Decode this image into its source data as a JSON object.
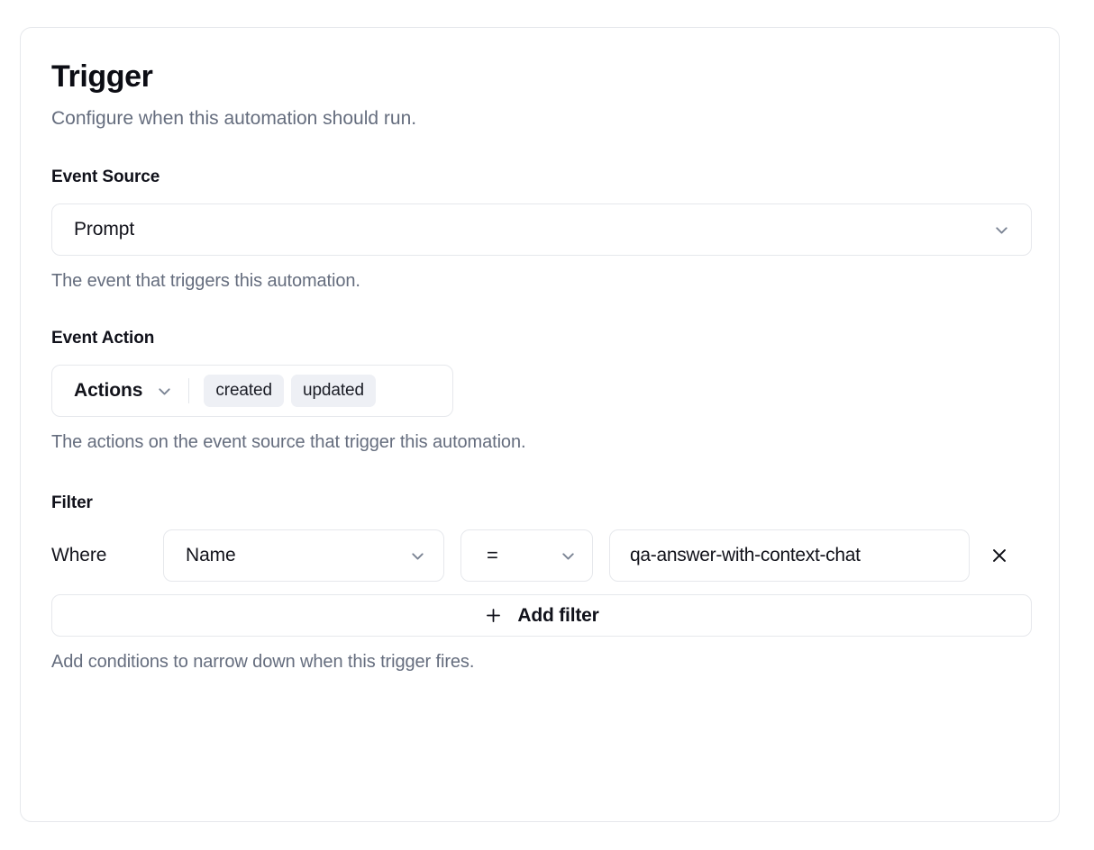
{
  "card": {
    "title": "Trigger",
    "subtitle": "Configure when this automation should run."
  },
  "event_source": {
    "label": "Event Source",
    "value": "Prompt",
    "help": "The event that triggers this automation.",
    "chevron_icon": "chevron-down-icon"
  },
  "event_action": {
    "label": "Event Action",
    "trigger_label": "Actions",
    "selected": [
      "created",
      "updated"
    ],
    "help": "The actions on the event source that trigger this automation.",
    "chevron_icon": "chevron-down-icon"
  },
  "filter": {
    "label": "Filter",
    "where_label": "Where",
    "field": "Name",
    "operator": "=",
    "value": "qa-answer-with-context-chat",
    "value_placeholder": "",
    "remove_icon": "close-icon",
    "add_filter_label": "Add filter",
    "add_filter_icon": "plus-icon",
    "help": "Add conditions to narrow down when this trigger fires."
  },
  "colors": {
    "card_border": "#e6e8ec",
    "text_primary": "#10111a",
    "text_muted": "#656d7e",
    "pill_bg": "#eef0f5",
    "chevron": "#7b8494"
  }
}
